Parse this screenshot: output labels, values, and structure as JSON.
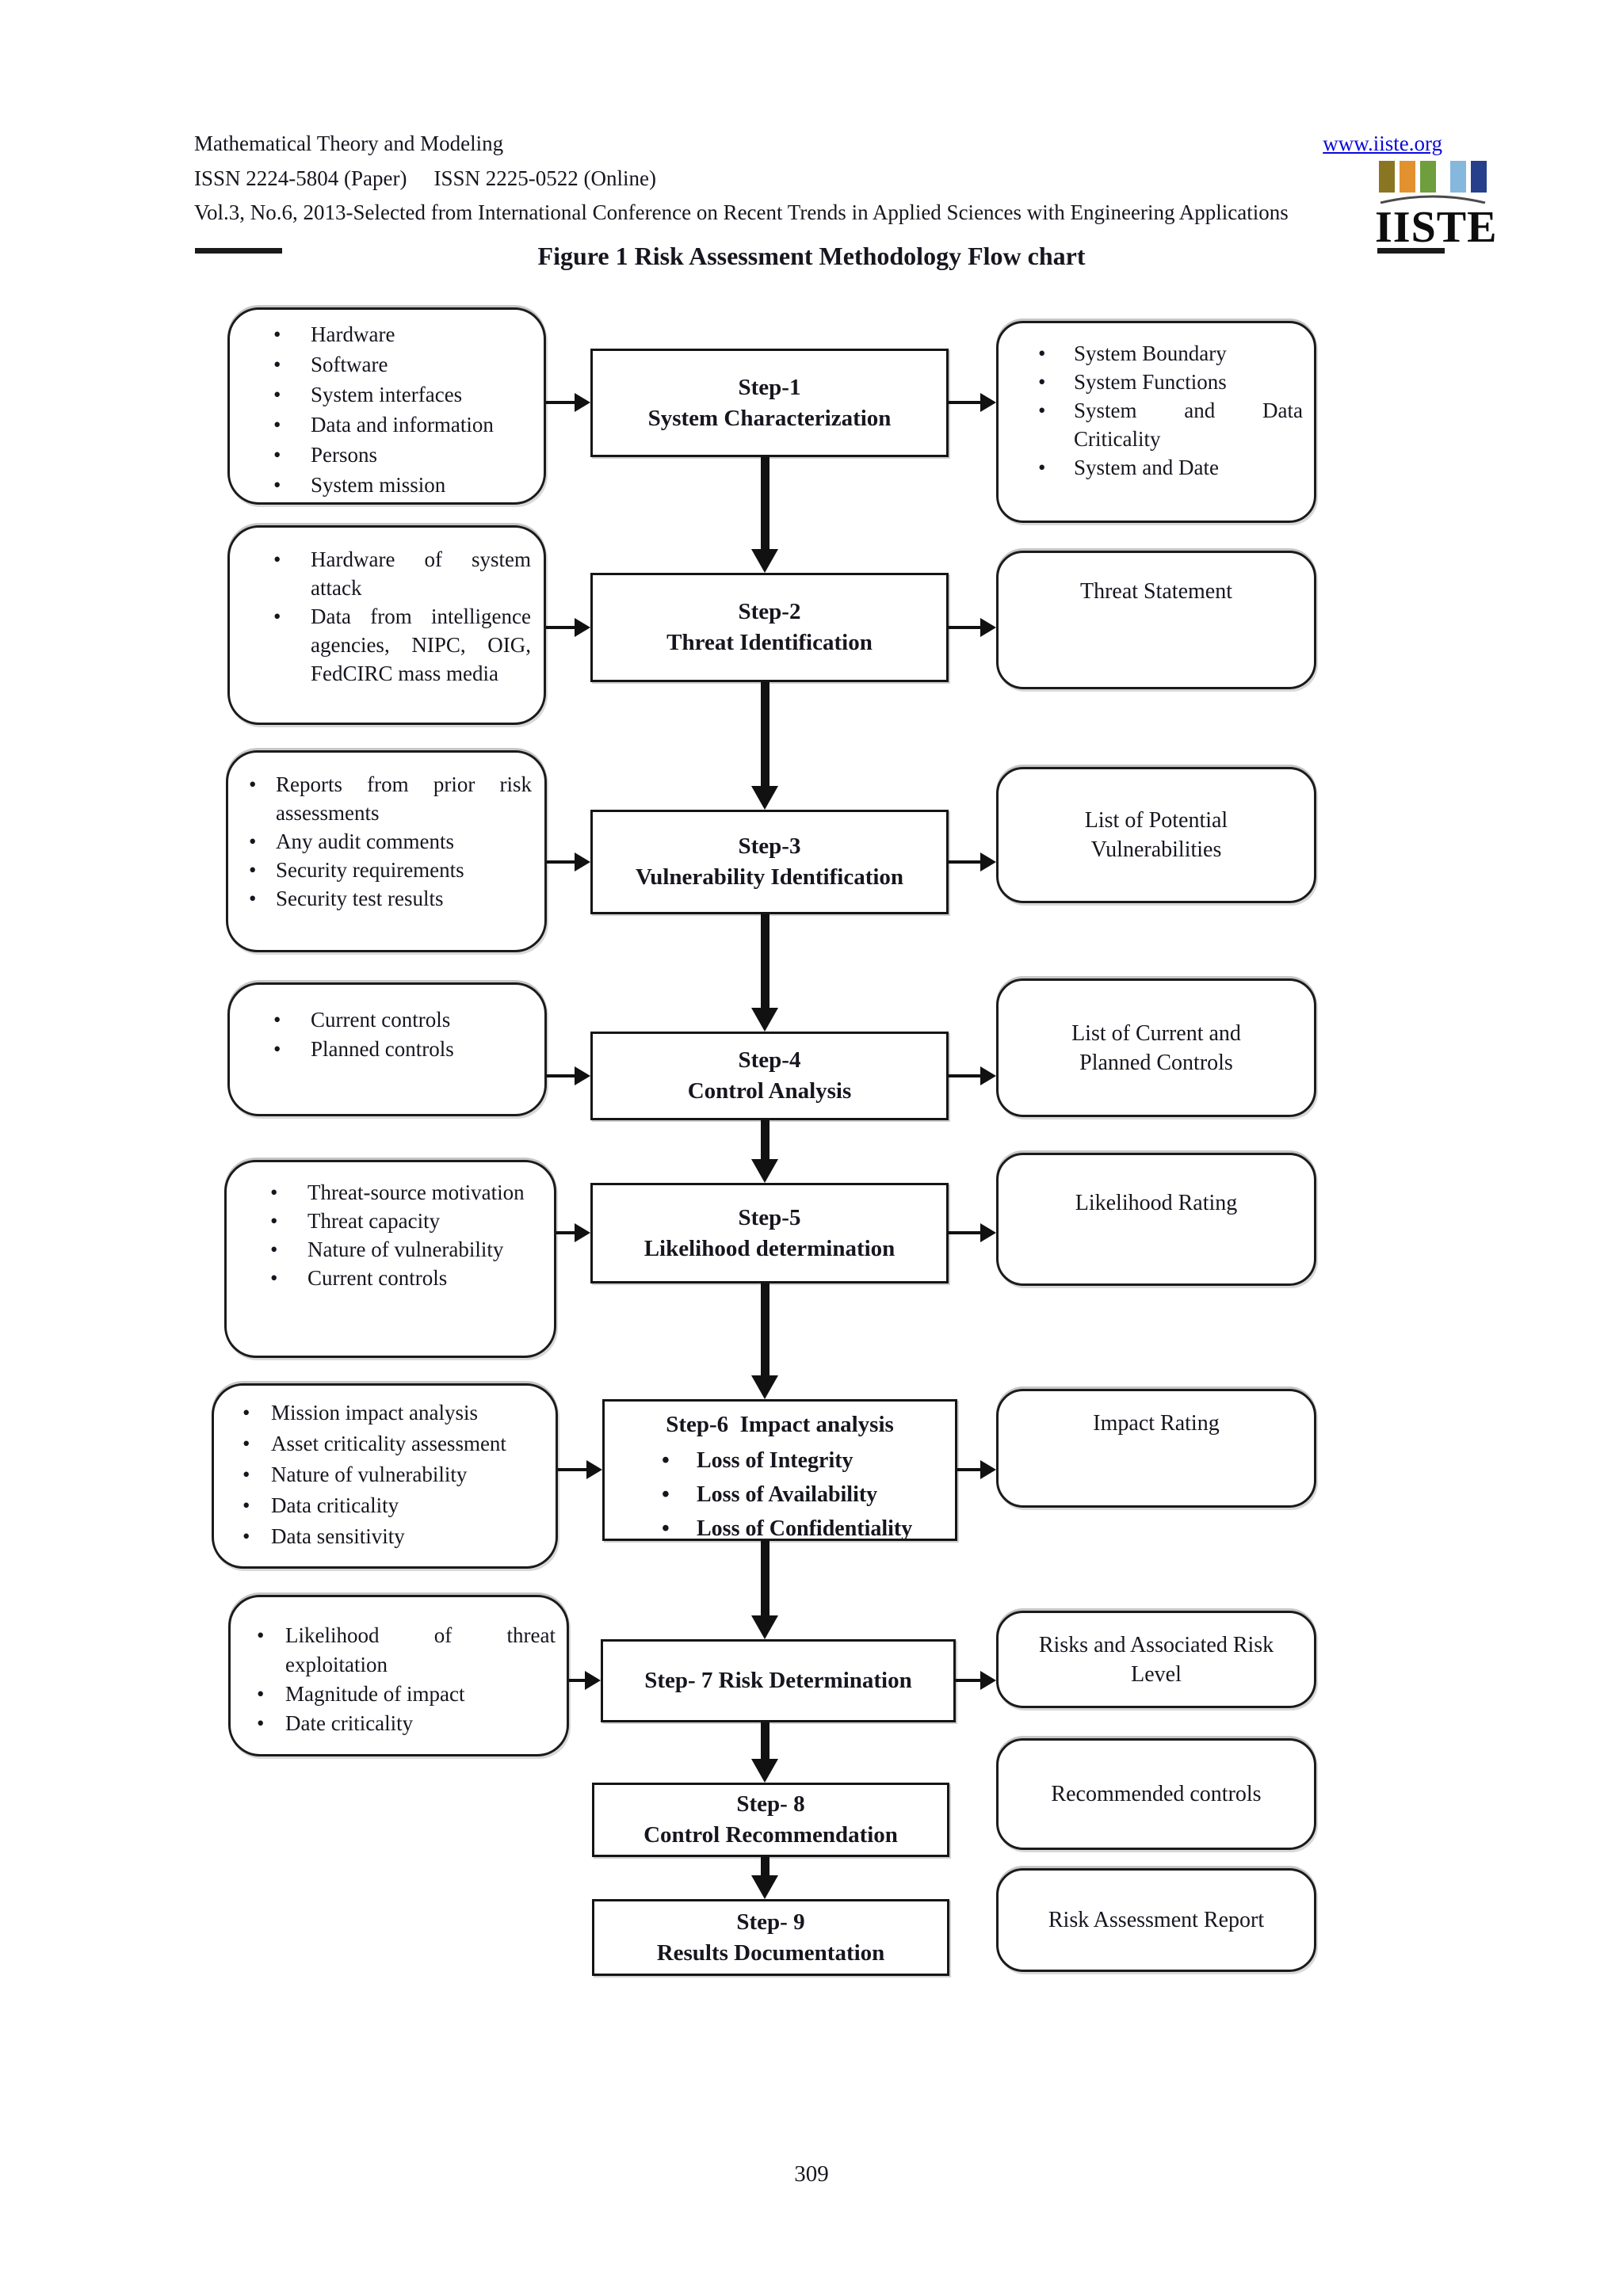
{
  "header": {
    "journal": "Mathematical Theory and Modeling",
    "issn_paper": "ISSN 2224-5804 (Paper)",
    "issn_online": "ISSN 2225-0522 (Online)",
    "volume": "Vol.3, No.6, 2013-Selected from International Conference on Recent Trends in Applied Sciences with Engineering Applications",
    "website": "www.iiste.org",
    "logo_text": "IISTE",
    "logo_bar_colors": [
      "#8a7622",
      "#e2912f",
      "#6f9e3d",
      "#85b8dc",
      "#27408b"
    ]
  },
  "figure_title": "Figure 1 Risk Assessment Methodology Flow chart",
  "page_number": "309",
  "flowchart": {
    "rows": [
      {
        "left": {
          "items": [
            "Hardware",
            "Software",
            "System interfaces",
            "Data and information",
            "Persons",
            "System mission"
          ]
        },
        "step": {
          "line1": "Step-1",
          "line2": "System Characterization"
        },
        "right": {
          "items": [
            "System Boundary",
            "System Functions",
            "System and Data Criticality",
            "System and Date"
          ]
        }
      },
      {
        "left": {
          "items": [
            "Hardware of system attack",
            "Data from intelligence agencies, NIPC, OIG, FedCIRC mass media"
          ]
        },
        "step": {
          "line1": "Step-2",
          "line2": "Threat Identification"
        },
        "right": {
          "text": "Threat Statement"
        }
      },
      {
        "left": {
          "items": [
            "Reports from prior risk assessments",
            "Any audit comments",
            "Security requirements",
            "Security test results"
          ]
        },
        "step": {
          "line1": "Step-3",
          "line2": "Vulnerability Identification"
        },
        "right": {
          "text": "List of Potential Vulnerabilities"
        }
      },
      {
        "left": {
          "items": [
            "Current controls",
            "Planned controls"
          ]
        },
        "step": {
          "line1": "Step-4",
          "line2": "Control Analysis"
        },
        "right": {
          "text": "List of Current and Planned Controls"
        }
      },
      {
        "left": {
          "items": [
            "Threat-source motivation",
            "Threat capacity",
            "Nature of vulnerability",
            "Current controls"
          ]
        },
        "step": {
          "line1": "Step-5",
          "line2": "Likelihood determination"
        },
        "right": {
          "text": "Likelihood Rating"
        }
      },
      {
        "left": {
          "items": [
            "Mission impact analysis",
            "Asset criticality assessment",
            "Nature of vulnerability",
            "Data criticality",
            "Data sensitivity"
          ]
        },
        "step": {
          "title": "Step-6  Impact analysis",
          "items": [
            "Loss of Integrity",
            "Loss of Availability",
            "Loss of Confidentiality"
          ]
        },
        "right": {
          "text": "Impact Rating"
        }
      },
      {
        "left": {
          "items": [
            "Likelihood of threat exploitation",
            "Magnitude of impact",
            "Date criticality"
          ]
        },
        "step": {
          "line1": "Step- 7 Risk Determination"
        },
        "right": {
          "text": "Risks and Associated Risk Level"
        }
      },
      {
        "step": {
          "line1": "Step- 8",
          "line2": "Control Recommendation"
        },
        "right": {
          "text": "Recommended controls"
        }
      },
      {
        "step": {
          "line1": "Step- 9",
          "line2": "Results Documentation"
        },
        "right": {
          "text": "Risk Assessment Report"
        }
      }
    ]
  }
}
